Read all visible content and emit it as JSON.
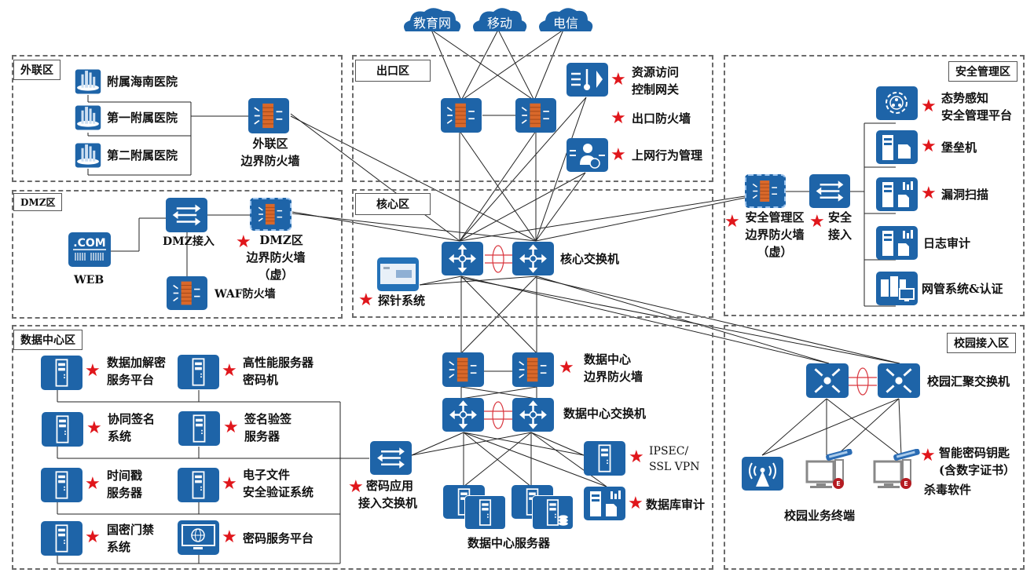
{
  "clouds": [
    "教育网",
    "移动",
    "电信"
  ],
  "zones": {
    "external": "外联区",
    "egress": "出口区",
    "security_mgmt": "安全管理区",
    "dmz": "DMZ区",
    "core": "核心区",
    "datacenter": "数据中心区",
    "campus": "校园接入区"
  },
  "external": {
    "hospitals": [
      "附属海南医院",
      "第一附属医院",
      "第二附属医院"
    ],
    "firewall": [
      "外联区",
      "边界防火墙"
    ]
  },
  "egress": {
    "gateway": [
      "资源访问",
      "控制网关"
    ],
    "firewall": "出口防火墙",
    "behavior": "上网行为管理"
  },
  "security_mgmt": {
    "firewall": [
      "安全管理区",
      "边界防火墙",
      "（虚）"
    ],
    "access": [
      "安全",
      "接入"
    ],
    "items": [
      {
        "label": [
          "态势感知",
          "安全管理平台"
        ],
        "starred": true
      },
      {
        "label": [
          "堡垒机"
        ],
        "starred": true
      },
      {
        "label": [
          "漏洞扫描"
        ],
        "starred": true
      },
      {
        "label": [
          "日志审计"
        ],
        "starred": false
      },
      {
        "label": [
          "网管系统&认证"
        ],
        "starred": false
      }
    ]
  },
  "dmz": {
    "web_icon": ".COM",
    "web": "WEB",
    "access": "DMZ接入",
    "firewall": [
      "DMZ区",
      "边界防火墙",
      "（虚）"
    ],
    "waf": "WAF防火墙"
  },
  "core": {
    "switch": "核心交换机",
    "probe": "探针系统"
  },
  "datacenter": {
    "left_items": [
      {
        "label": [
          "数据加解密",
          "服务平台"
        ]
      },
      {
        "label": [
          "协同签名",
          "系统"
        ]
      },
      {
        "label": [
          "时间戳",
          "服务器"
        ]
      },
      {
        "label": [
          "国密门禁",
          "系统"
        ]
      }
    ],
    "right_items": [
      {
        "label": [
          "高性能服务器",
          "密码机"
        ]
      },
      {
        "label": [
          "签名验签",
          "服务器"
        ]
      },
      {
        "label": [
          "电子文件",
          "安全验证系统"
        ]
      },
      {
        "label": [
          "密码服务平台"
        ]
      }
    ],
    "firewall": [
      "数据中心",
      "边界防火墙"
    ],
    "switch": "数据中心交换机",
    "crypto_switch": [
      "密码应用",
      "接入交换机"
    ],
    "vpn": [
      "IPSEC/",
      "SSL VPN"
    ],
    "db_audit": "数据库审计",
    "servers": "数据中心服务器"
  },
  "campus": {
    "switch": "校园汇聚交换机",
    "key": [
      "智能密码钥匙",
      "(含数字证书）"
    ],
    "antivirus": "杀毒软件",
    "terminals": "校园业务终端",
    "badge": "E"
  },
  "colors": {
    "device_blue": "#1e64a8",
    "star_red": "#e0161b",
    "brick": "#d9682a",
    "link_red": "#d9363e"
  }
}
